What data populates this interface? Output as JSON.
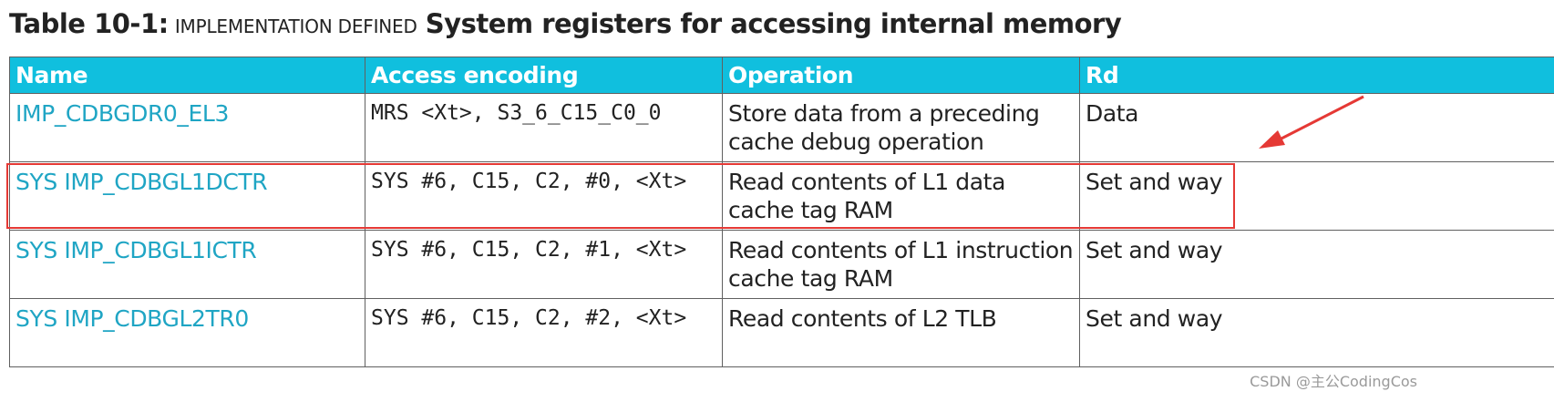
{
  "caption": {
    "prefix": "Table 10-1:",
    "small": "IMPLEMENTATION DEFINED",
    "suffix": "System registers for accessing internal memory"
  },
  "table": {
    "columns": [
      "Name",
      "Access encoding",
      "Operation",
      "Rd"
    ],
    "rows": [
      {
        "name": "IMP_CDBGDR0_EL3",
        "encoding": "MRS <Xt>, S3_6_C15_C0_0",
        "operation": "Store data from a preceding cache debug operation",
        "rd": "Data"
      },
      {
        "name": "SYS IMP_CDBGL1DCTR",
        "encoding": "SYS #6, C15, C2, #0, <Xt>",
        "operation": "Read contents of L1 data cache tag RAM",
        "rd": "Set and way"
      },
      {
        "name": "SYS IMP_CDBGL1ICTR",
        "encoding": "SYS #6, C15, C2, #1, <Xt>",
        "operation": "Read contents of L1 instruction cache tag RAM",
        "rd": "Set and way"
      },
      {
        "name": "SYS IMP_CDBGL2TR0",
        "encoding": "SYS #6, C15, C2, #2, <Xt>",
        "operation": "Read contents of L2 TLB",
        "rd": "Set and way"
      }
    ]
  },
  "annotation": {
    "color": "#e53935",
    "highlighted_row": 1
  },
  "colors": {
    "header_bg": "#10bfde",
    "link_text": "#1fa5c4"
  },
  "watermark": "CSDN @主公CodingCos"
}
